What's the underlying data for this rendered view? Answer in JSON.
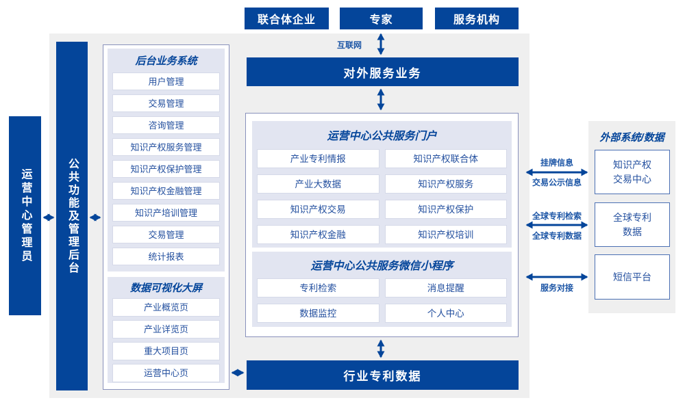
{
  "colors": {
    "primary_blue": "#04459a",
    "panel_gray": "#efefef",
    "panel_lavender": "#e2e5f1",
    "item_text_blue": "#24509f",
    "outer_border": "#8890bb",
    "external_box_border": "#4a6fb3",
    "link_label_blue": "#1d56a6"
  },
  "top_entities": [
    "联合体企业",
    "专家",
    "服务机构"
  ],
  "labels": {
    "internet": "互联网"
  },
  "bars": {
    "external_service": "对外服务业务",
    "industry_patent_data": "行业专利数据"
  },
  "left": {
    "admin": "运营中心管理员",
    "backend": "公共功能及管理后台"
  },
  "backstage": {
    "title": "后台业务系统",
    "items": [
      "用户管理",
      "交易管理",
      "咨询管理",
      "知识产权服务管理",
      "知识产权保护管理",
      "知识产权金融管理",
      "知识产培训管理",
      "交易管理",
      "统计报表"
    ]
  },
  "dashboard": {
    "title": "数据可视化大屏",
    "items": [
      "产业概览页",
      "产业详览页",
      "重大项目页",
      "运营中心页"
    ]
  },
  "portal": {
    "title": "运营中心公共服务门户",
    "items": [
      "产业专利情报",
      "知识产权联合体",
      "产业大数据",
      "知识产权服务",
      "知识产权交易",
      "知识产权保护",
      "知识产权金融",
      "知识产权培训"
    ]
  },
  "miniprogram": {
    "title": "运营中心公共服务微信小程序",
    "items": [
      "专利检索",
      "消息提醒",
      "数据监控",
      "个人中心"
    ]
  },
  "external_systems": {
    "title": "外部系统/数据",
    "boxes": [
      "知识产权\n交易中心",
      "全球专利\n数据",
      "短信平台"
    ]
  },
  "link_labels": {
    "listing_info": "挂牌信息",
    "trade_notice": "交易公示信息",
    "global_patent_search": "全球专利检索",
    "global_patent_data": "全球专利数据",
    "service_connection": "服务对接"
  }
}
